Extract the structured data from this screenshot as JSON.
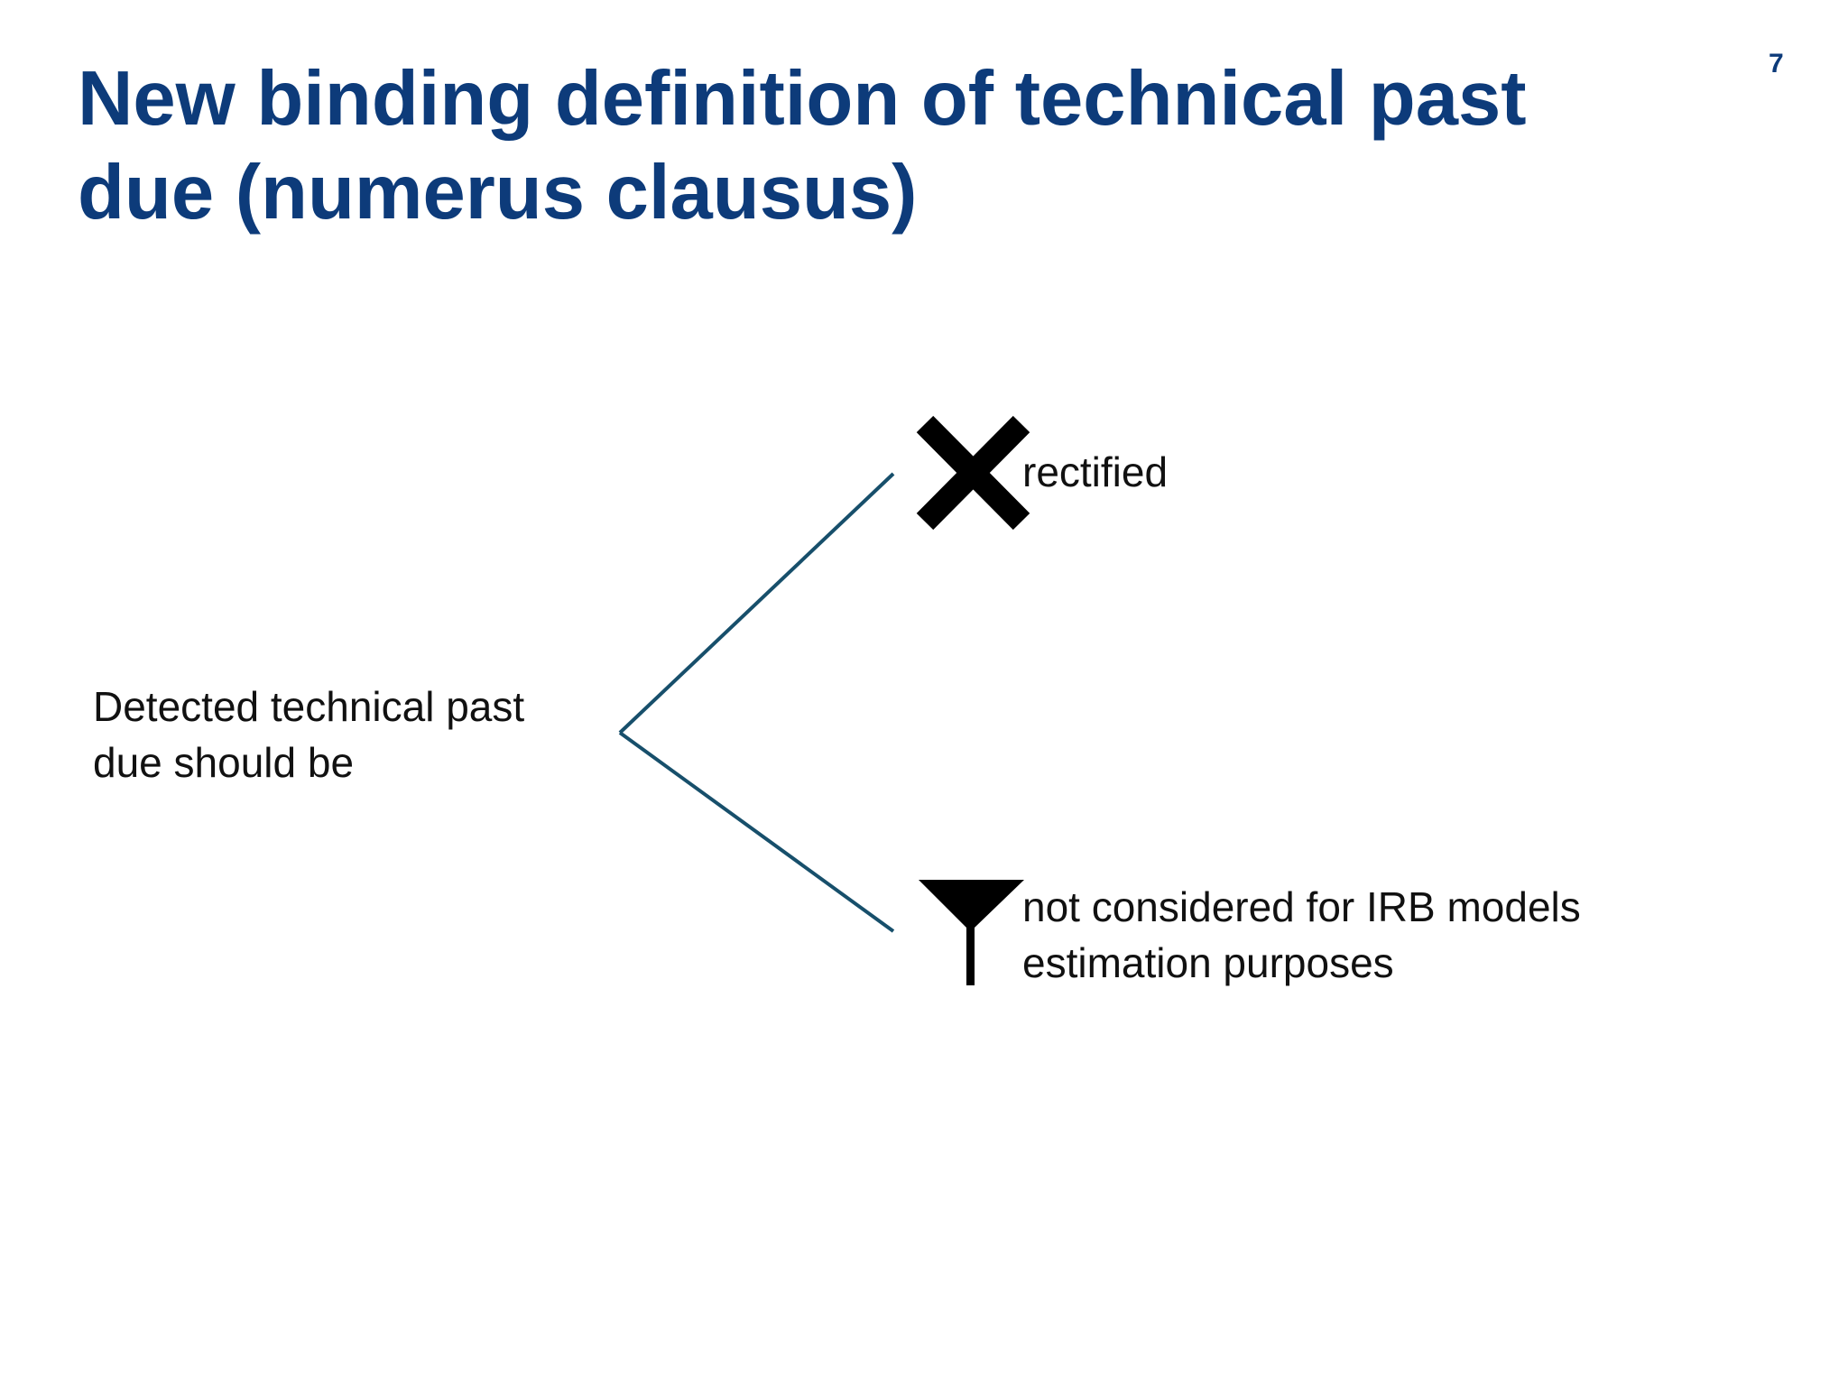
{
  "slide": {
    "title_line1": "New binding definition of technical past",
    "title_line2": "due (numerus clausus)",
    "page_number": "7"
  },
  "diagram": {
    "source_line1": "Detected technical past",
    "source_line2": "due should be",
    "branches": [
      {
        "label_line1": "rectified",
        "icon": "cross-icon"
      },
      {
        "label_line1": "not considered for IRB models",
        "label_line2": "estimation purposes",
        "icon": "funnel-filter-icon"
      }
    ],
    "colors": {
      "title": "#0d3b7a",
      "connector": "#174f6b",
      "icon": "#000000",
      "text": "#111111"
    }
  }
}
